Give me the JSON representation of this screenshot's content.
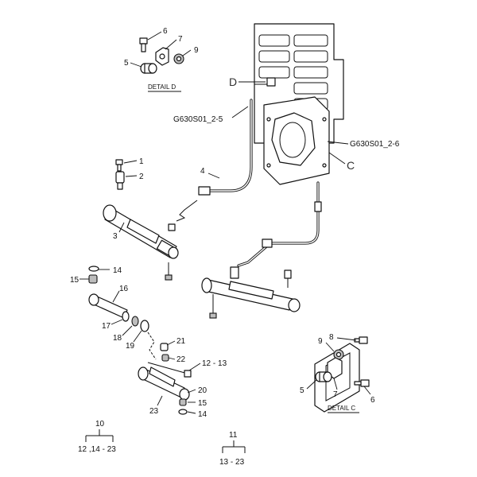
{
  "detail_d": {
    "title": "DETAIL D",
    "callouts": [
      "6",
      "7",
      "9",
      "5"
    ]
  },
  "detail_c": {
    "title": "DETAIL C",
    "callouts": [
      "9",
      "8",
      "5",
      "7",
      "6"
    ]
  },
  "references": {
    "ref_upper": "G630S01_2-5",
    "ref_right": "G630S01_2-6",
    "letter_d": "D",
    "letter_c": "C"
  },
  "callouts_main": [
    "1",
    "2",
    "4",
    "3",
    "14",
    "15",
    "16",
    "17",
    "18",
    "19",
    "21",
    "22",
    "12 - 13",
    "20",
    "23",
    "15",
    "14"
  ],
  "groups": [
    {
      "top": "10",
      "bottom": "12 ,14 - 23"
    },
    {
      "top": "11",
      "bottom": "13 - 23"
    }
  ]
}
